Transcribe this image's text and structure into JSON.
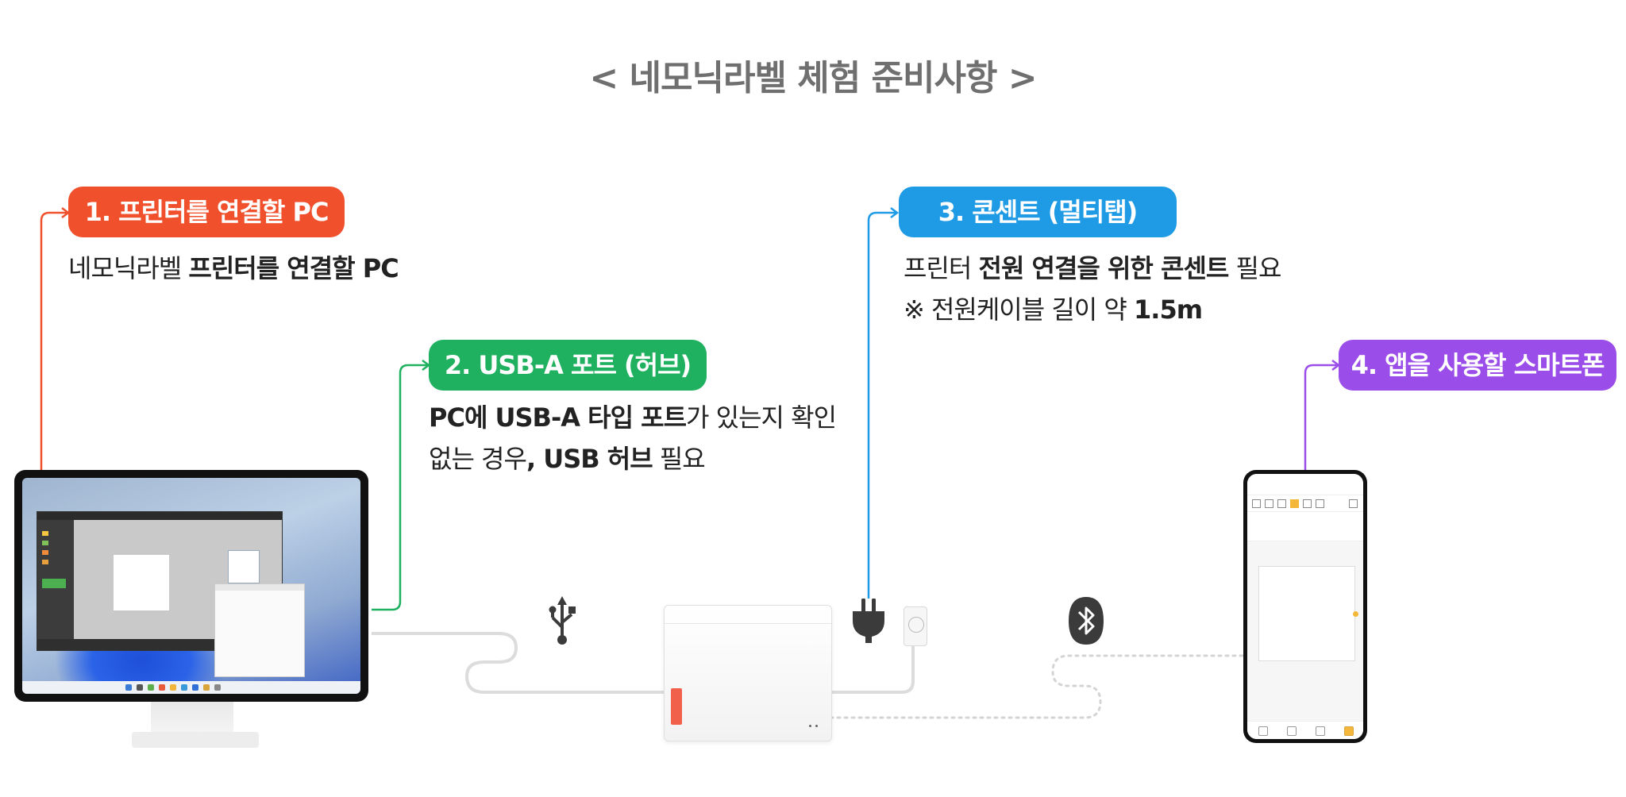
{
  "title": "< 네모닉라벨 체험 준비사항 >",
  "steps": [
    {
      "label": "1. 프린터를 연결할 PC",
      "color": "#f0512c",
      "desc": [
        {
          "plain": "네모닉라벨 ",
          "bold": "프린터를 연결할 PC",
          "after": ""
        }
      ]
    },
    {
      "label": "2. USB-A 포트 (허브)",
      "color": "#1fb160",
      "desc": [
        {
          "plain": "",
          "bold": "PC에 USB-A 타입 포트",
          "after": "가 있는지 확인"
        },
        {
          "plain": "없는 경우",
          "bold": ", USB 허브",
          "after": " 필요"
        }
      ]
    },
    {
      "label": "3. 콘센트 (멀티탭)",
      "color": "#1f9be6",
      "desc": [
        {
          "plain": "프린터 ",
          "bold": "전원 연결을 위한 콘센트",
          "after": " 필요"
        },
        {
          "plain": "※ 전원케이블 길이 약 ",
          "bold": "1.5m",
          "after": ""
        }
      ]
    },
    {
      "label": "4. 앱을 사용할 스마트폰",
      "color": "#9b4dea",
      "desc": []
    }
  ],
  "icons": [
    "usb-icon",
    "power-plug-icon",
    "bluetooth-icon"
  ]
}
